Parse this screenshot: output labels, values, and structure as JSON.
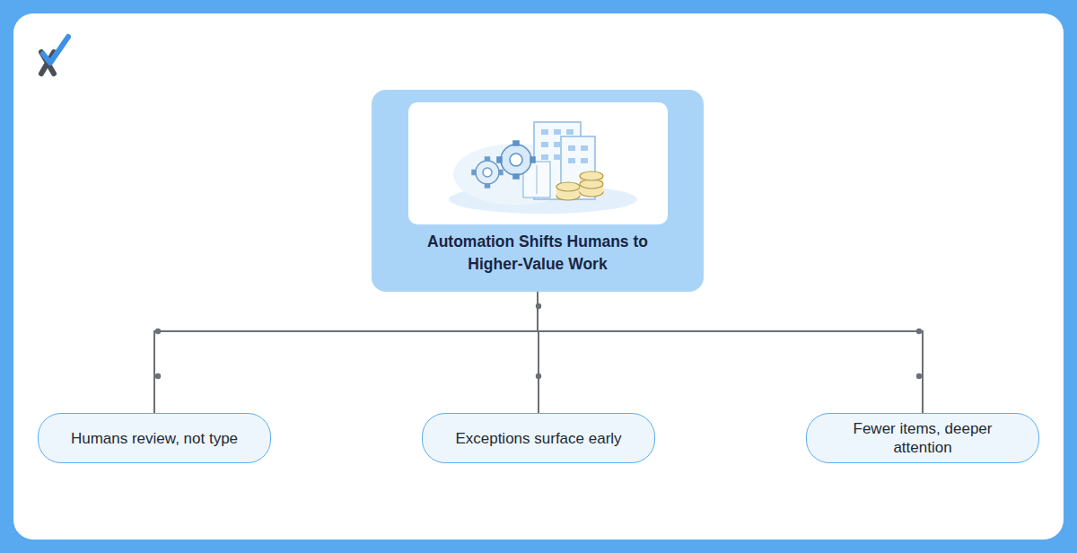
{
  "diagram": {
    "nodes": [
      {
        "text": [
          "Automation Shifts Humans to Higher-Value Work"
        ]
      },
      {
        "text": [
          "Humans review, not type"
        ]
      },
      {
        "text": [
          "Exceptions surface early"
        ]
      },
      {
        "text": [
          "Fewer items, deeper attention"
        ]
      }
    ],
    "edges": [
      {
        "from": 0,
        "to": 1,
        "arrow": "none"
      },
      {
        "from": 0,
        "to": 2,
        "arrow": "none"
      },
      {
        "from": 0,
        "to": 3,
        "arrow": "none"
      }
    ]
  }
}
